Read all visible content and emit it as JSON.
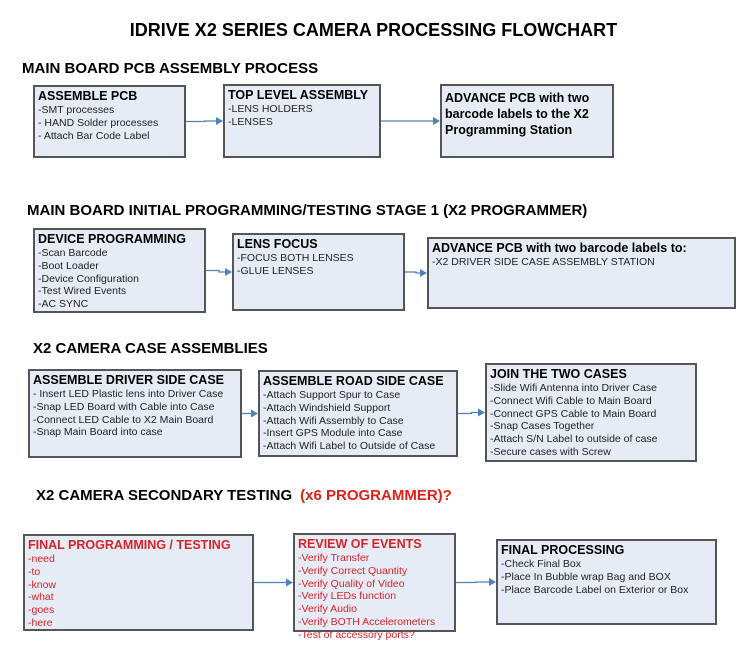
{
  "title": "IDRIVE X2  SERIES CAMERA PROCESSING FLOWCHART",
  "sections": [
    {
      "heading": "MAIN BOARD PCB ASSEMBLY PROCESS",
      "heading_extra": "",
      "boxes": [
        {
          "title": "ASSEMBLE PCB",
          "lines": [
            " -SMT processes",
            " - HAND Solder processes",
            "- Attach Bar Code Label"
          ]
        },
        {
          "title": "TOP LEVEL ASSEMBLY",
          "lines": [
            "-LENS HOLDERS",
            "-LENSES"
          ]
        },
        {
          "title": "ADVANCE PCB with two barcode labels to the  X2 Programming Station",
          "lines": []
        }
      ]
    },
    {
      "heading": "MAIN BOARD INITIAL PROGRAMMING/TESTING STAGE 1 (X2 PROGRAMMER)",
      "heading_extra": "",
      "boxes": [
        {
          "title": "DEVICE PROGRAMMING",
          "lines": [
            "-Scan Barcode",
            "-Boot Loader",
            "-Device Configuration",
            "-Test Wired Events",
            "-AC SYNC"
          ]
        },
        {
          "title": "LENS FOCUS",
          "lines": [
            "-FOCUS BOTH LENSES",
            "-GLUE LENSES"
          ]
        },
        {
          "title": "ADVANCE PCB with two barcode labels to:",
          "lines": [
            "-X2 DRIVER  SIDE  CASE  ASSEMBLY STATION"
          ]
        }
      ]
    },
    {
      "heading": "X2 CAMERA CASE ASSEMBLIES",
      "heading_extra": "",
      "boxes": [
        {
          "title": "ASSEMBLE DRIVER SIDE CASE",
          "lines": [
            " - Insert LED Plastic lens into Driver Case",
            "-Snap LED Board with Cable into Case",
            "-Connect LED Cable to X2 Main Board",
            "-Snap Main Board into case"
          ]
        },
        {
          "title": "ASSEMBLE ROAD SIDE CASE",
          "lines": [
            "-Attach Support Spur to Case",
            "-Attach Windshield Support",
            "-Attach Wifi Assembly to Case",
            "-Insert GPS Module into Case",
            "-Attach Wifi Label to Outside of Case"
          ]
        },
        {
          "title": "JOIN THE TWO CASES",
          "lines": [
            "-Slide Wifi Antenna into Driver Case",
            "-Connect Wifi Cable to Main Board",
            "-Connect GPS Cable to Main Board",
            "-Snap Cases Together",
            "-Attach S/N Label to outside of case",
            "-Secure cases with Screw"
          ]
        }
      ]
    },
    {
      "heading": "X2 CAMERA SECONDARY TESTING",
      "heading_extra": "(x6 PROGRAMMER)?",
      "boxes": [
        {
          "title": "FINAL PROGRAMMING / TESTING",
          "lines": [
            "-need",
            "-to",
            "-know",
            "-what",
            "-goes",
            "-here"
          ]
        },
        {
          "title": "REVIEW OF EVENTS",
          "lines": [
            "-Verify Transfer",
            "-Verify Correct Quantity",
            "-Verify Quality of Video",
            "-Verify LEDs function",
            "-Verify Audio",
            "-Verify BOTH Accelerometers",
            "-Test of accessory ports?"
          ]
        },
        {
          "title": "FINAL PROCESSING",
          "lines": [
            " -Check Final Box",
            "-Place In Bubble wrap Bag and BOX",
            "-Place Barcode Label on Exterior or Box"
          ]
        }
      ]
    }
  ],
  "colors": {
    "box_fill": "#e6ecf5",
    "box_border": "#555555",
    "arrow": "#4f81bd",
    "red_text": "#d8232a"
  }
}
